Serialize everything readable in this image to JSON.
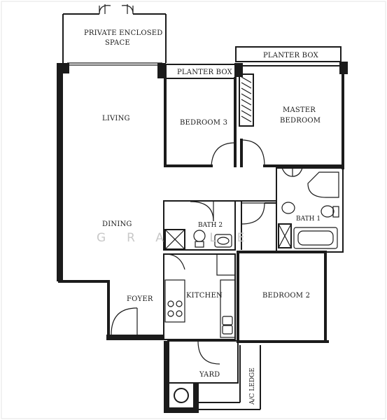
{
  "labels": {
    "private_enclosed_line1": "PRIVATE ENCLOSED",
    "private_enclosed_line2": "SPACE",
    "planter_box_top": "PLANTER BOX",
    "planter_box_mid": "PLANTER BOX",
    "living": "LIVING",
    "bedroom3": "BEDROOM 3",
    "master_line1": "MASTER",
    "master_line2": "BEDROOM",
    "dining": "DINING",
    "bath2": "BATH 2",
    "bath1": "BATH 1",
    "foyer": "FOYER",
    "kitchen": "KITCHEN",
    "bedroom2": "BEDROOM 2",
    "yard": "YARD",
    "ac_ledge": "A/C LEDGE"
  },
  "watermark": "GRA LE"
}
